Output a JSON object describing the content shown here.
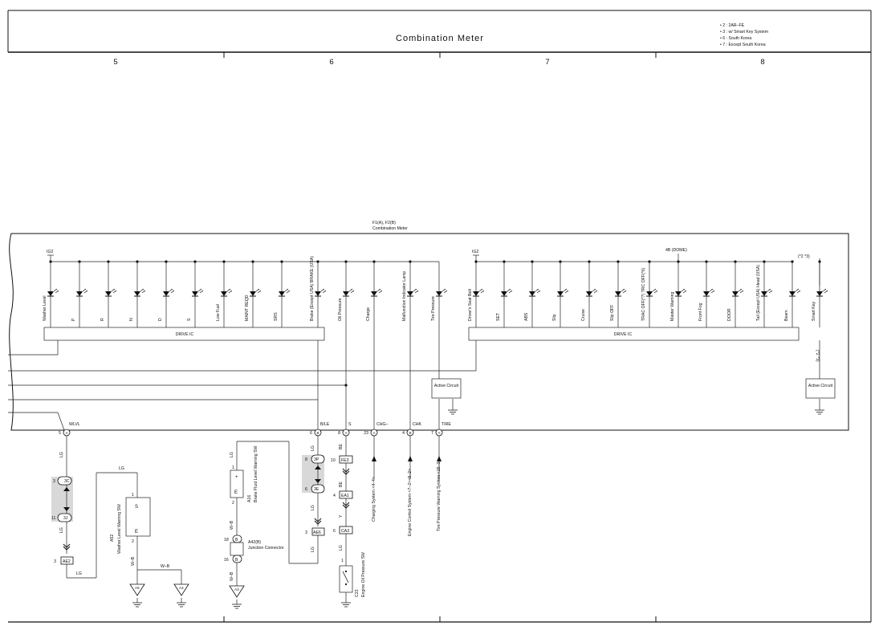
{
  "header": {
    "title": "Combination Meter",
    "notes": [
      "• 2 : 2AR–FE",
      "• 3 : w/ Smart Key System",
      "• 6 : South Korea",
      "• 7 : Except South Korea"
    ],
    "columns": [
      "5",
      "6",
      "7",
      "8"
    ]
  },
  "meter": {
    "id": "F1(A), F2(B)",
    "name": "Combination Meter",
    "power_left": "IG2",
    "power_right": "IG2",
    "power_dome": "4B (DOME)",
    "power_smart": "(*2 *3)",
    "smart_note": "(*2 *3)",
    "drive_ic_left": "DRIVE IC",
    "drive_ic_right": "DRIVE IC",
    "active_circuit": "Active Circuit",
    "lamps_left": [
      "Washer Level",
      "P",
      "R",
      "N",
      "D",
      "S",
      "Low Fuel",
      "MAINT REQD",
      "SRS",
      "Brake (Except USA) BRAKE (USA)"
    ],
    "lamps_right": [
      "Driver's Seat Belt",
      "SET",
      "ABS",
      "Slip",
      "Cruise",
      "Slip OFF",
      "TRAC OFF(*7) TRC OFF(*6)",
      "Master Warning",
      "Front Fog",
      "DOOR",
      "Tail (Except USA) Head (USA)",
      "Beam",
      "Smart Key"
    ],
    "mid_lamps": [
      "Oil Pressure",
      "Charge",
      "Malfunction Indicator Lamp",
      "Tire Pressure"
    ]
  },
  "terminals": [
    {
      "name": "WLVL",
      "pin": "5",
      "conn": "A"
    },
    {
      "name": "B/LE",
      "pin": "6",
      "conn": "B"
    },
    {
      "name": "S",
      "pin": "8",
      "conn": "A"
    },
    {
      "name": "CHG–",
      "pin": "23",
      "conn": "A"
    },
    {
      "name": "CHK",
      "pin": "4",
      "conn": "B"
    },
    {
      "name": "TIRE",
      "pin": "7",
      "conn": "A"
    }
  ],
  "wires": {
    "lg": "LG",
    "wb": "W–B",
    "be": "BE",
    "y": "Y"
  },
  "components": {
    "a52_id": "A52",
    "a52_name": "Washer Level Warning SW",
    "a52_s": "S",
    "a52_e": "E",
    "a16_id": "A16",
    "a16_name": "Brake Fluid Level Warning SW",
    "a16_plus": "+",
    "a16_e": "E",
    "a42_id": "A42(B)",
    "a42_name": "Junction Connector",
    "c23_id": "C23",
    "c23_name": "Engine Oil Pressure SW"
  },
  "connectors": {
    "c3c": "3C",
    "c3j": "3J",
    "ae2": "AE2",
    "c3p": "3P",
    "c3e": "3E",
    "ae6": "AE6",
    "fe3": "FE3",
    "ea1": "EA1",
    "ca3": "CA3",
    "a5": "A5",
    "a4": "A4",
    "a3": "A3",
    "a42b": "B"
  },
  "pins": {
    "c3c": "3",
    "c3j": "11",
    "ae2": "3",
    "c3p": "8",
    "c3e": "6",
    "ae6": "3",
    "fe3": "10",
    "ea1": "4",
    "ca3": "6",
    "a52_1": "1",
    "a52_2": "2",
    "a16_1": "1",
    "a16_2": "2",
    "a42_1": "18",
    "a42_2": "16",
    "c23_1": "1"
  },
  "references": {
    "charging": "Charging System <4–4>",
    "engine": "Engine Control System <7–2><8–2>",
    "tire": "Tire Pressure Warning System <15–3>"
  }
}
